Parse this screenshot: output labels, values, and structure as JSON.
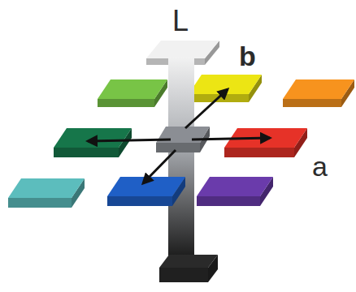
{
  "diagram": {
    "labels": [
      "L",
      "b",
      "a"
    ]
  }
}
